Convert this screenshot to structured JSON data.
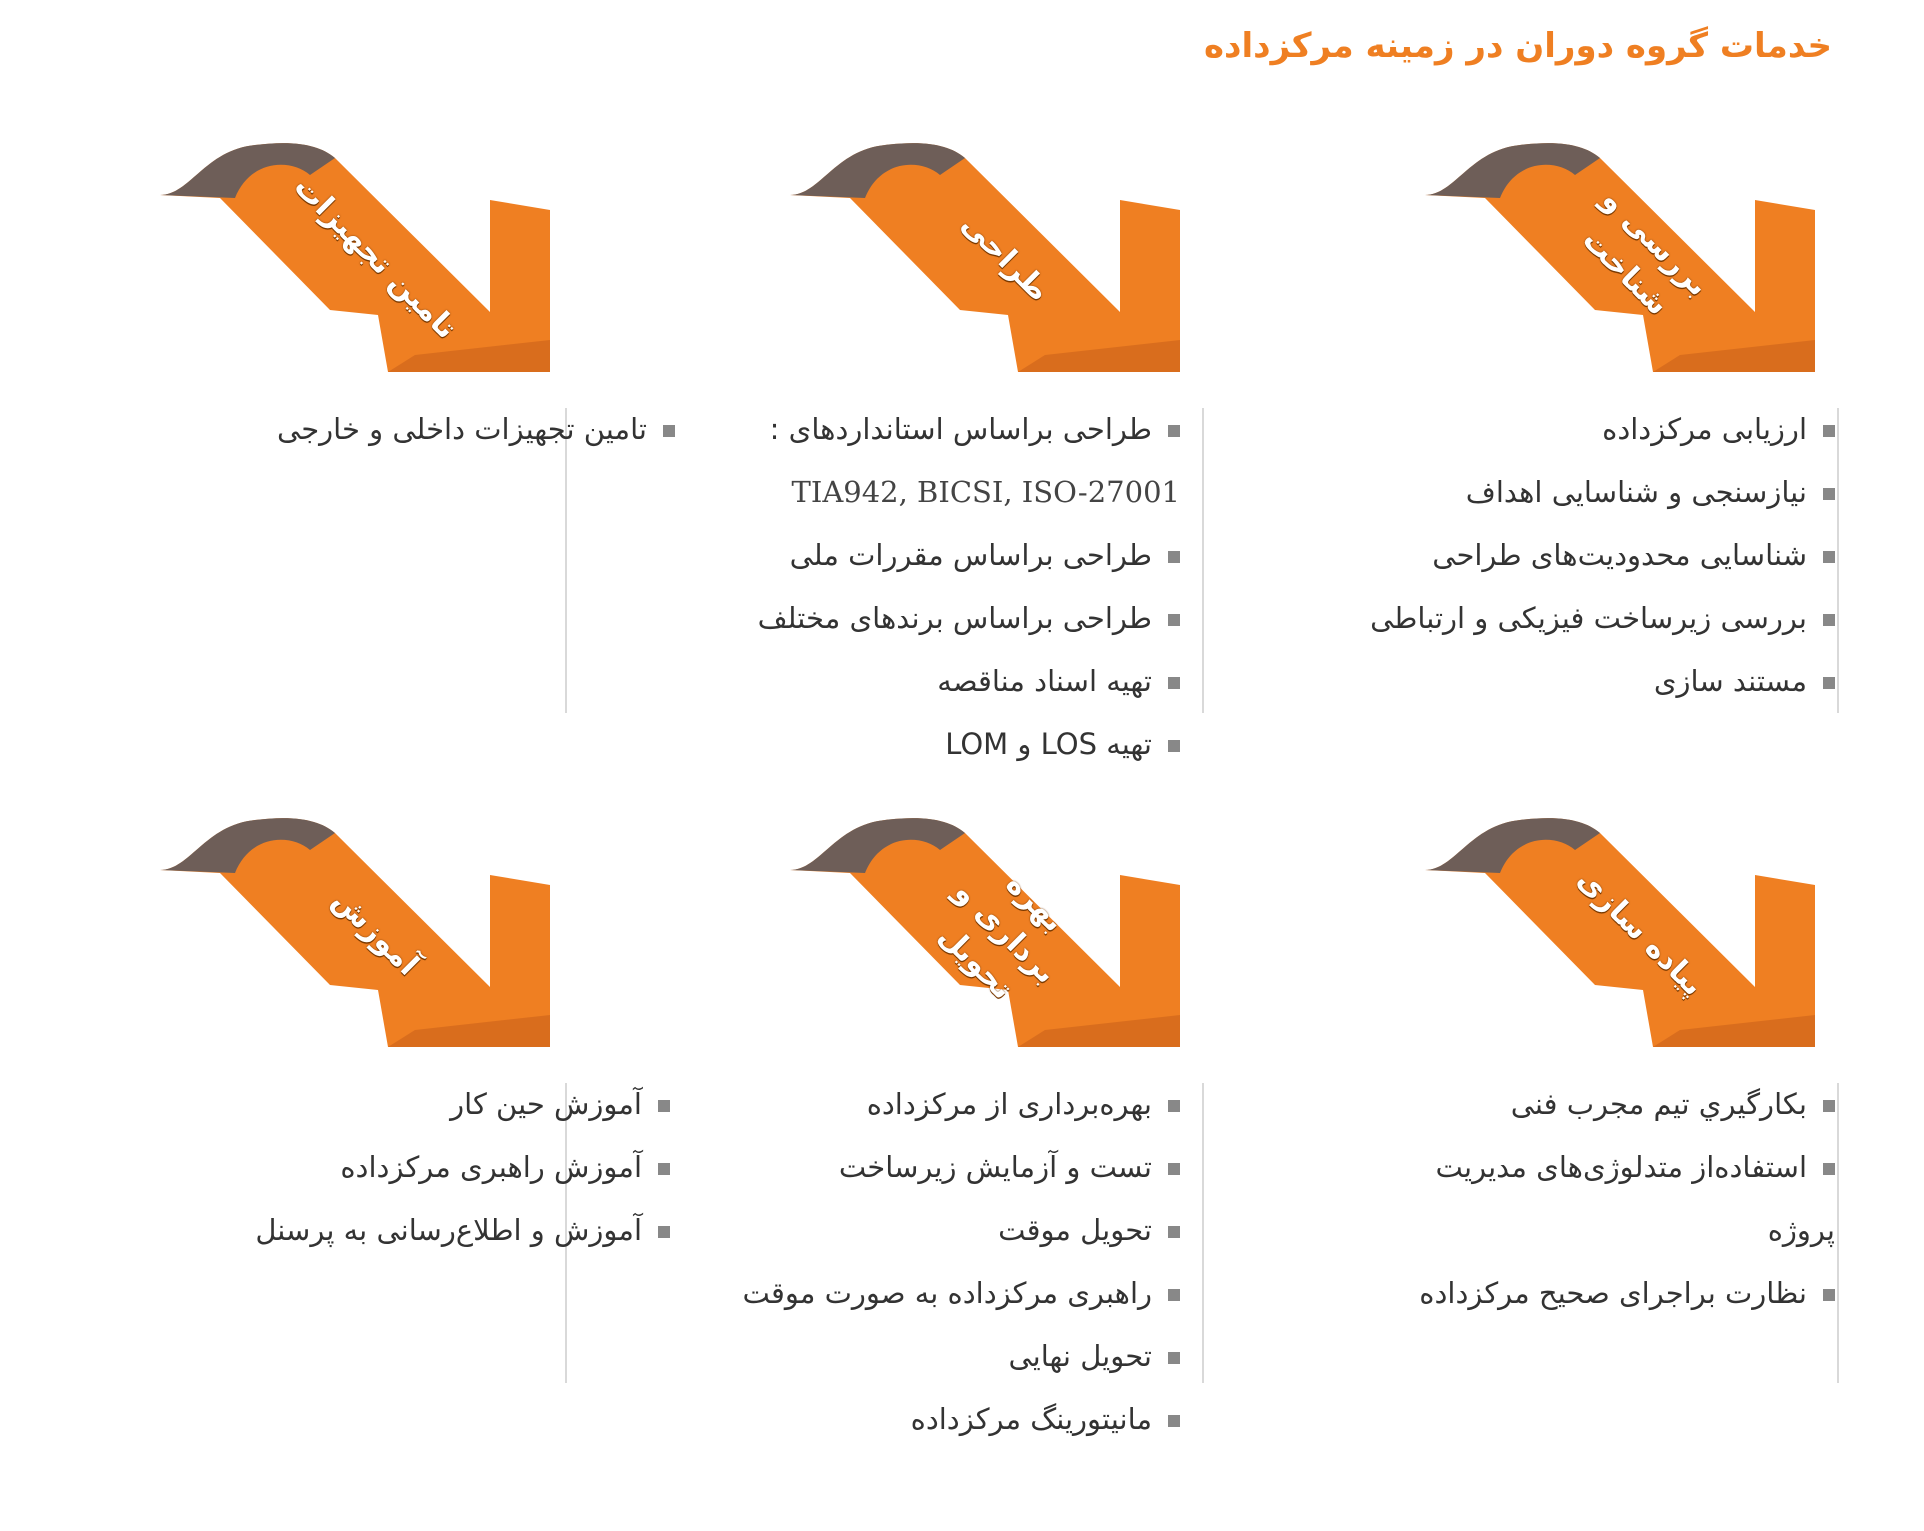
{
  "title": "خدمات گروه دوران در زمینه مرکزداده",
  "colors": {
    "accent": "#ef7f22",
    "ribbon_dark": "#c9601a",
    "fold": "#6e5e58",
    "bullet": "#888888",
    "divider": "#d9d9d9"
  },
  "sections": [
    {
      "ribbon": "بررسی و شناخت",
      "items": [
        "ارزیابی مرکزداده",
        "نیازسنجی و شناسایی اهداف",
        "شناسایی محدودیت‌های طراحی",
        "بررسی زیرساخت فیزیکی و ارتباطی",
        "مستند سازی"
      ]
    },
    {
      "ribbon": "طراحی",
      "items": [
        "طراحی براساس استانداردهای :",
        "TIA942, BICSI, ISO-27001",
        "طراحی براساس مقررات ملی",
        "طراحی براساس برندهای مختلف",
        "تهیه اسناد مناقصه",
        "تهیه LOS و LOM"
      ]
    },
    {
      "ribbon": "تامین تجهیزات",
      "items": [
        "تامین تجهیزات داخلی و خارجی"
      ]
    },
    {
      "ribbon": "پیاده سازی",
      "items": [
        "بکارگيري تیم مجرب فنی",
        "استفاده‌از متدلوژی‌های مدیریت",
        "پروژه",
        "نظارت براجرای صحیح مرکزداده"
      ]
    },
    {
      "ribbon": "بهره برداری و تحویل",
      "items": [
        "بهره‌برداری از مرکزداده",
        "تست و آزمایش زیرساخت",
        "تحویل موقت",
        "راهبری مرکزداده به صورت موقت",
        "تحویل نهایی",
        "مانیتورینگ مرکزداده"
      ]
    },
    {
      "ribbon": "آموزش",
      "items": [
        "آموزش حین کار",
        "آموزش راهبری مرکزداده",
        "آموزش و اطلاع‌رسانی به پرسنل"
      ]
    }
  ]
}
